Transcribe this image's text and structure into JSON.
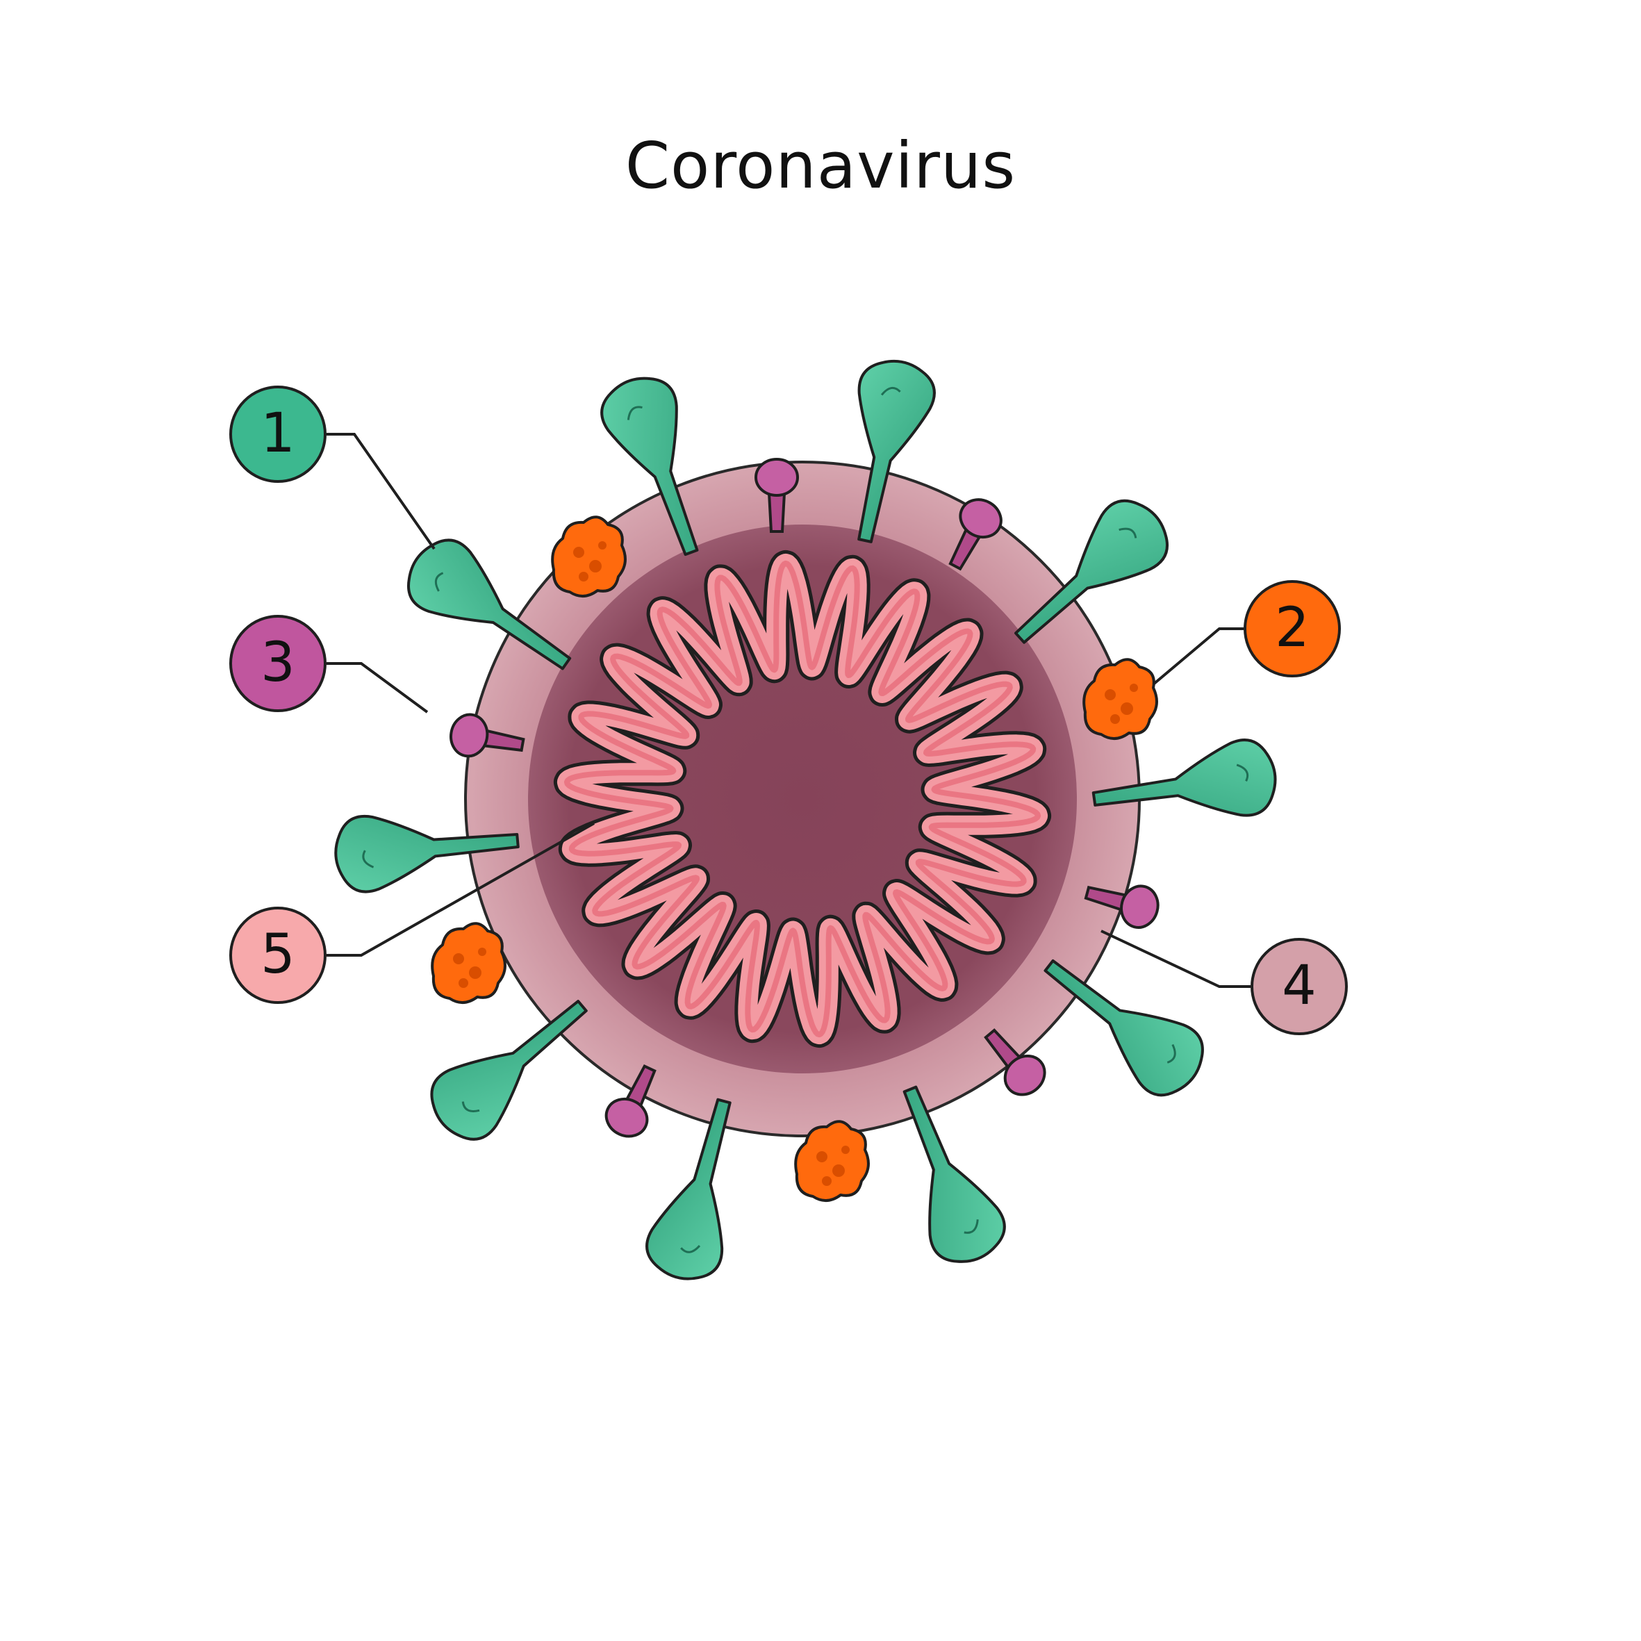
{
  "title": "Coronavirus",
  "callouts": [
    {
      "label": "1",
      "part": "spike-protein",
      "color": "#3cb88f"
    },
    {
      "label": "2",
      "part": "envelope-protein",
      "color": "#ff6a0d"
    },
    {
      "label": "3",
      "part": "membrane-protein",
      "color": "#c0569e"
    },
    {
      "label": "4",
      "part": "lipid-envelope",
      "color": "#d4a0a9"
    },
    {
      "label": "5",
      "part": "rna-genome",
      "color": "#f7a9ab"
    }
  ],
  "colors": {
    "envelope_outer": "#d39aa6",
    "capsid_inner": "#8a475c",
    "rna": "#f08a92",
    "spike": "#3cb88f",
    "membrane_protein": "#b4508f",
    "envelope_protein": "#ff6a0d"
  }
}
